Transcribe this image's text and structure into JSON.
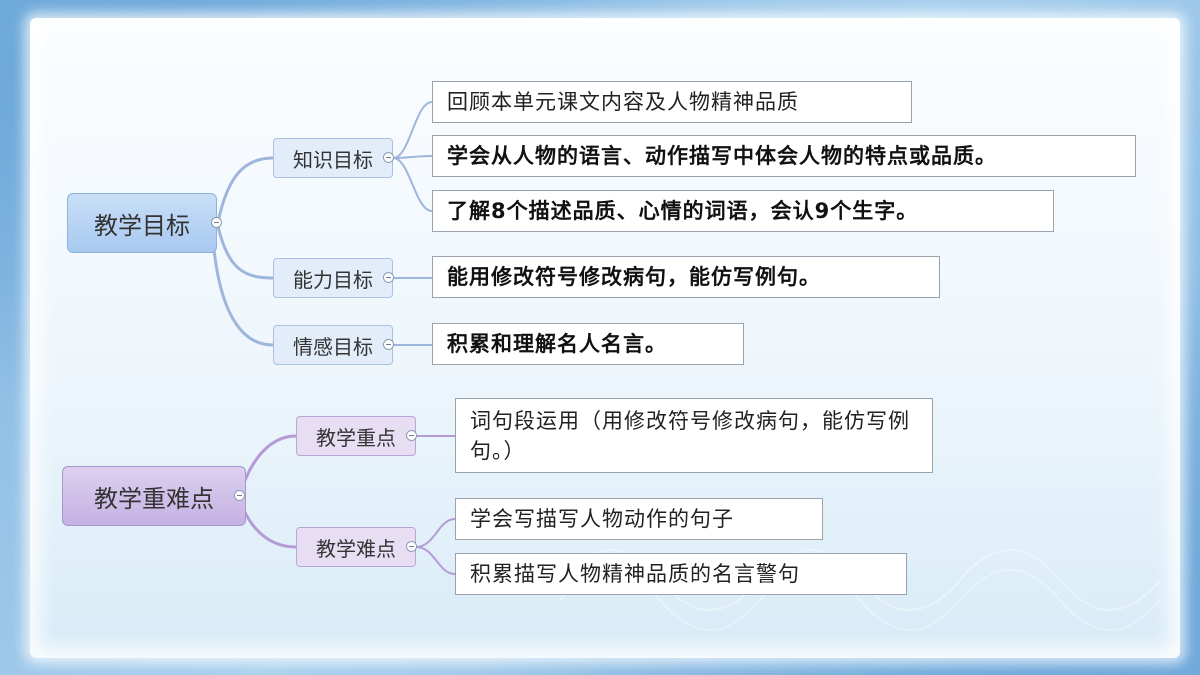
{
  "diagram": {
    "roots": [
      {
        "label": "教学目标",
        "children": [
          {
            "label": "知识目标",
            "leaves": [
              "回顾本单元课文内容及人物精神品质",
              "学会从人物的语言、动作描写中体会人物的特点或品质。",
              "了解8个描述品质、心情的词语，会认9个生字。"
            ]
          },
          {
            "label": "能力目标",
            "leaves": [
              "能用修改符号修改病句，能仿写例句。"
            ]
          },
          {
            "label": "情感目标",
            "leaves": [
              "积累和理解名人名言。"
            ]
          }
        ]
      },
      {
        "label": "教学重难点",
        "children": [
          {
            "label": "教学重点",
            "leaves": [
              "词句段运用（用修改符号修改病句，能仿写例句。）"
            ]
          },
          {
            "label": "教学难点",
            "leaves": [
              "学会写描写人物动作的句子",
              "积累描写人物精神品质的名言警句"
            ]
          }
        ]
      }
    ],
    "colors": {
      "link_blue": "#9fb6dc",
      "link_purple": "#b49ad6"
    }
  }
}
